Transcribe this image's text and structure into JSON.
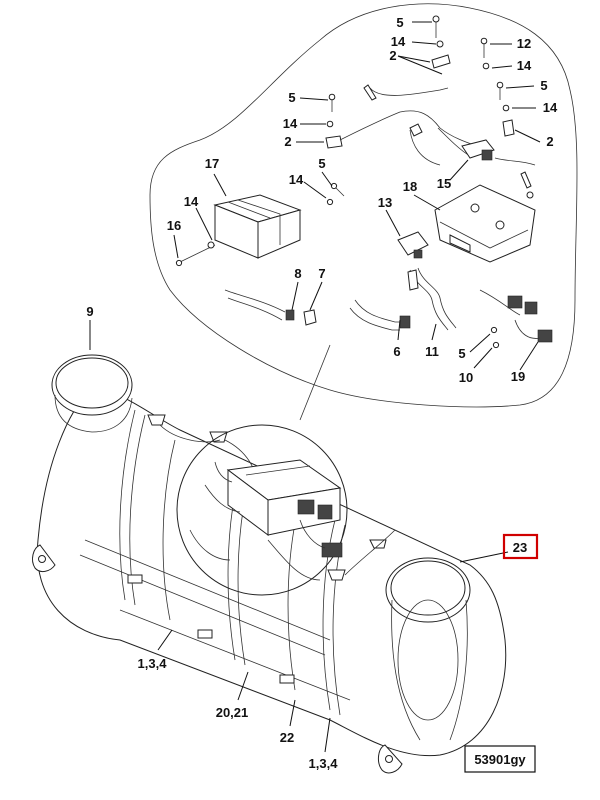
{
  "diagram_id": "53901gy",
  "highlighted_callout": "23",
  "callouts": {
    "c5a": "5",
    "c14a": "14",
    "c12": "12",
    "c14b": "14",
    "c2a": "2",
    "c5b": "5",
    "c14c": "14",
    "c2b": "2",
    "c5c": "5",
    "c14d": "14",
    "c2c": "2",
    "c17": "17",
    "c5d": "5",
    "c14e": "14",
    "c15": "15",
    "c18": "18",
    "c13": "13",
    "c14f": "14",
    "c16": "16",
    "c8": "8",
    "c7": "7",
    "c9": "9",
    "c6": "6",
    "c11": "11",
    "c5e": "5",
    "c10": "10",
    "c19": "19",
    "c23": "23",
    "c134a": "1,3,4",
    "c2021": "20,21",
    "c22": "22",
    "c134b": "1,3,4"
  },
  "colors": {
    "highlight": "#d00000",
    "line": "#222222"
  }
}
